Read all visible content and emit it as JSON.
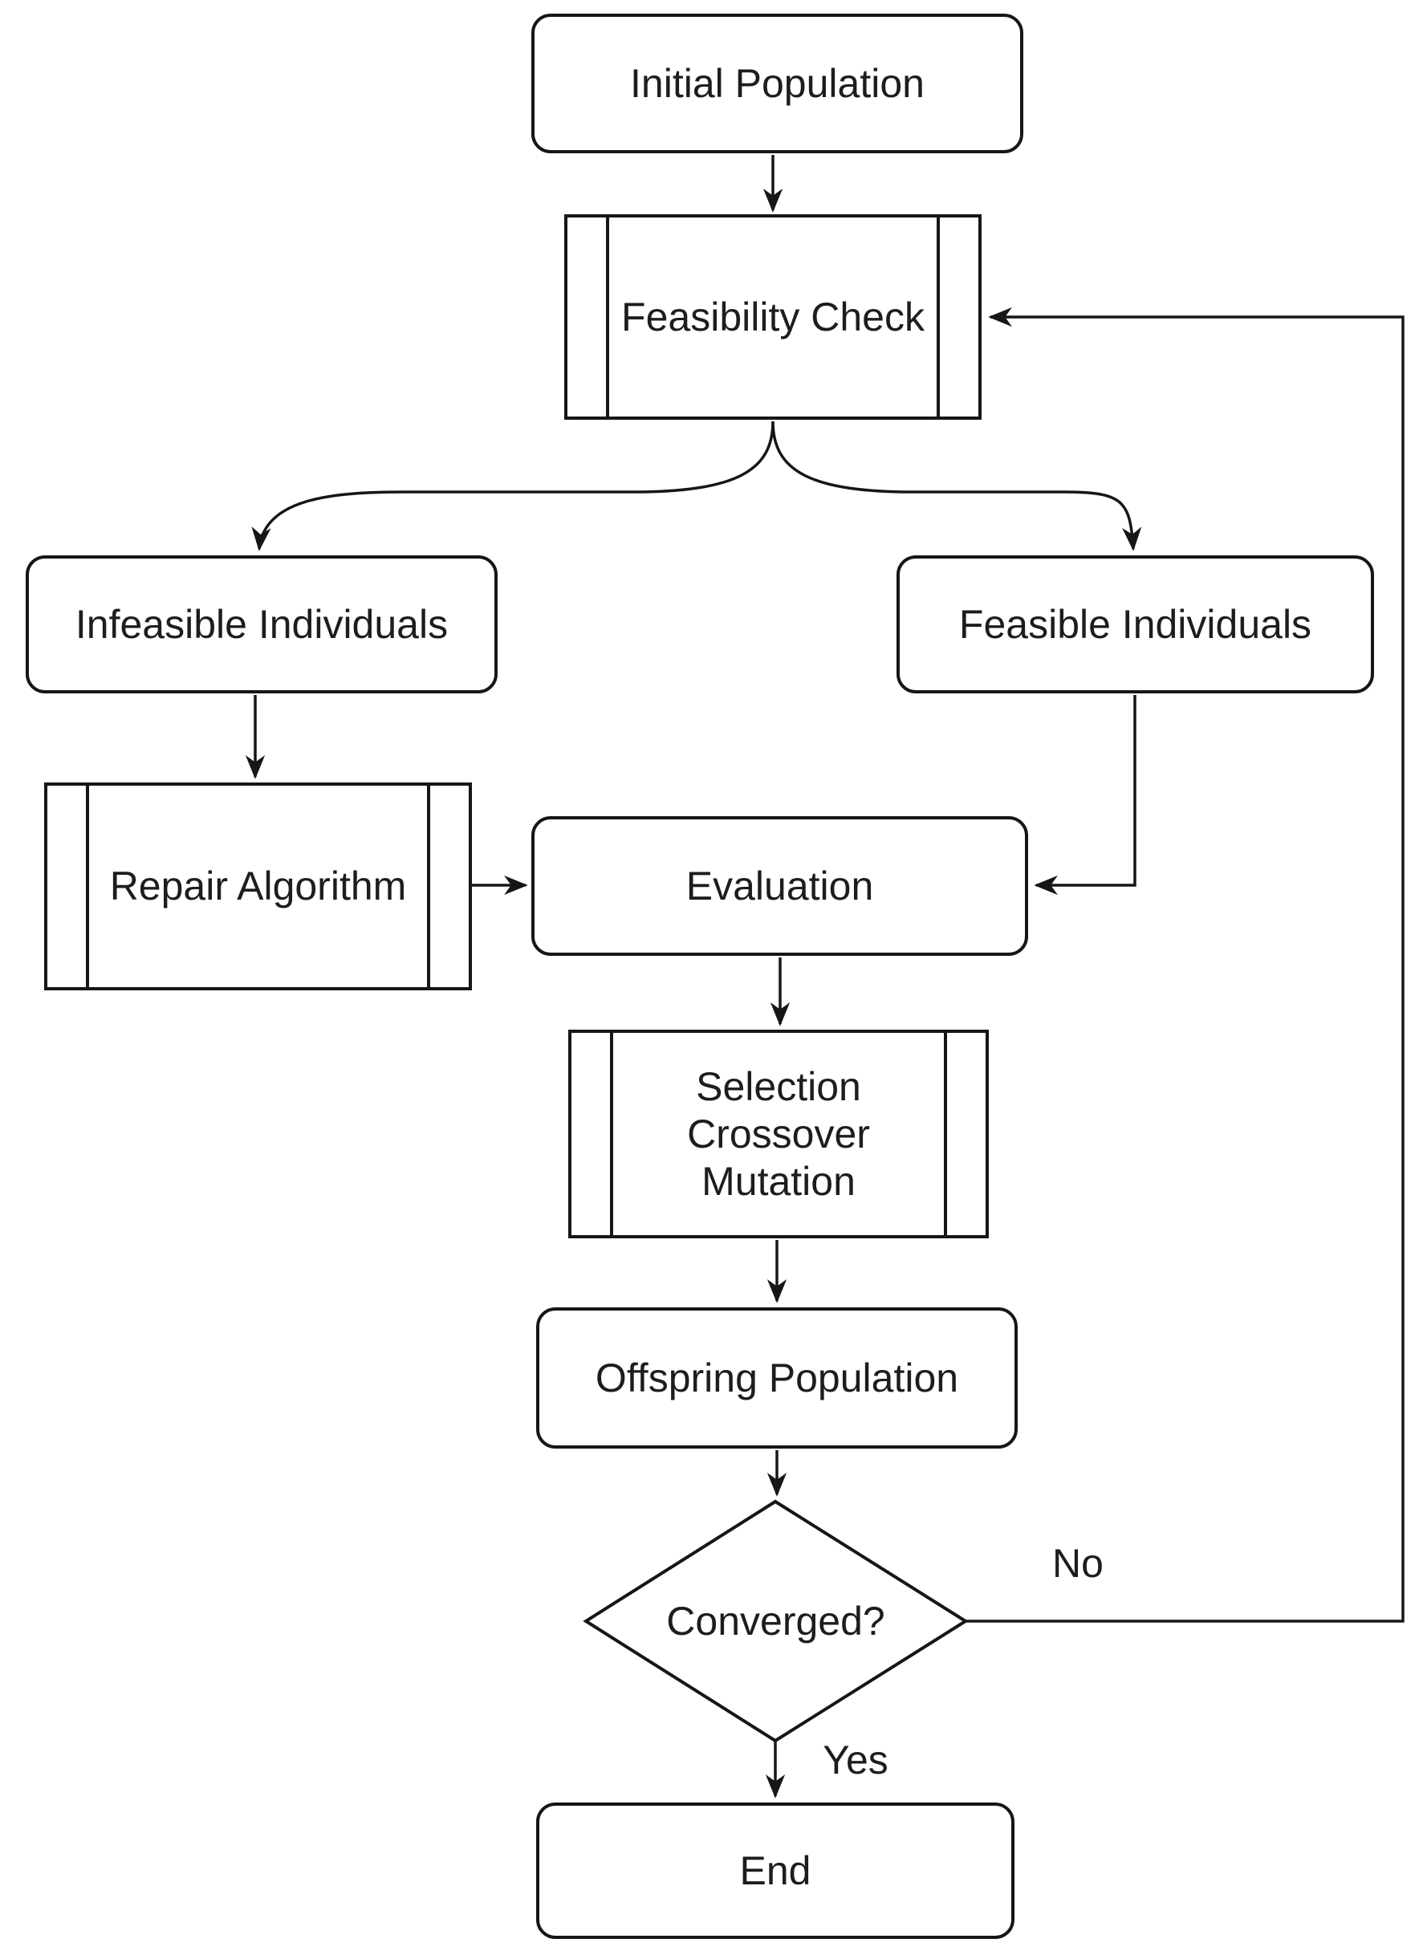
{
  "diagram": {
    "background_color": "#ffffff",
    "stroke_color": "#161616",
    "text_color": "#1d1d1d",
    "nodes": [
      {
        "id": "initial-population",
        "type": "rounded-rectangle",
        "label": "Initial Population"
      },
      {
        "id": "feasibility-check",
        "type": "subprocess",
        "label": "Feasibility Check"
      },
      {
        "id": "infeasible-individuals",
        "type": "rounded-rectangle",
        "label": "Infeasible Individuals"
      },
      {
        "id": "feasible-individuals",
        "type": "rounded-rectangle",
        "label": "Feasible Individuals"
      },
      {
        "id": "repair-algorithm",
        "type": "subprocess",
        "label": "Repair Algorithm"
      },
      {
        "id": "evaluation",
        "type": "rounded-rectangle",
        "label": "Evaluation"
      },
      {
        "id": "selection-crossover-mutation",
        "type": "subprocess",
        "lines": [
          "Selection",
          "Crossover",
          "Mutation"
        ]
      },
      {
        "id": "offspring-population",
        "type": "rounded-rectangle",
        "label": "Offspring Population"
      },
      {
        "id": "converged",
        "type": "decision",
        "label": "Converged?"
      },
      {
        "id": "end",
        "type": "rounded-rectangle",
        "label": "End"
      }
    ],
    "edge_labels": {
      "no": "No",
      "yes": "Yes"
    }
  }
}
